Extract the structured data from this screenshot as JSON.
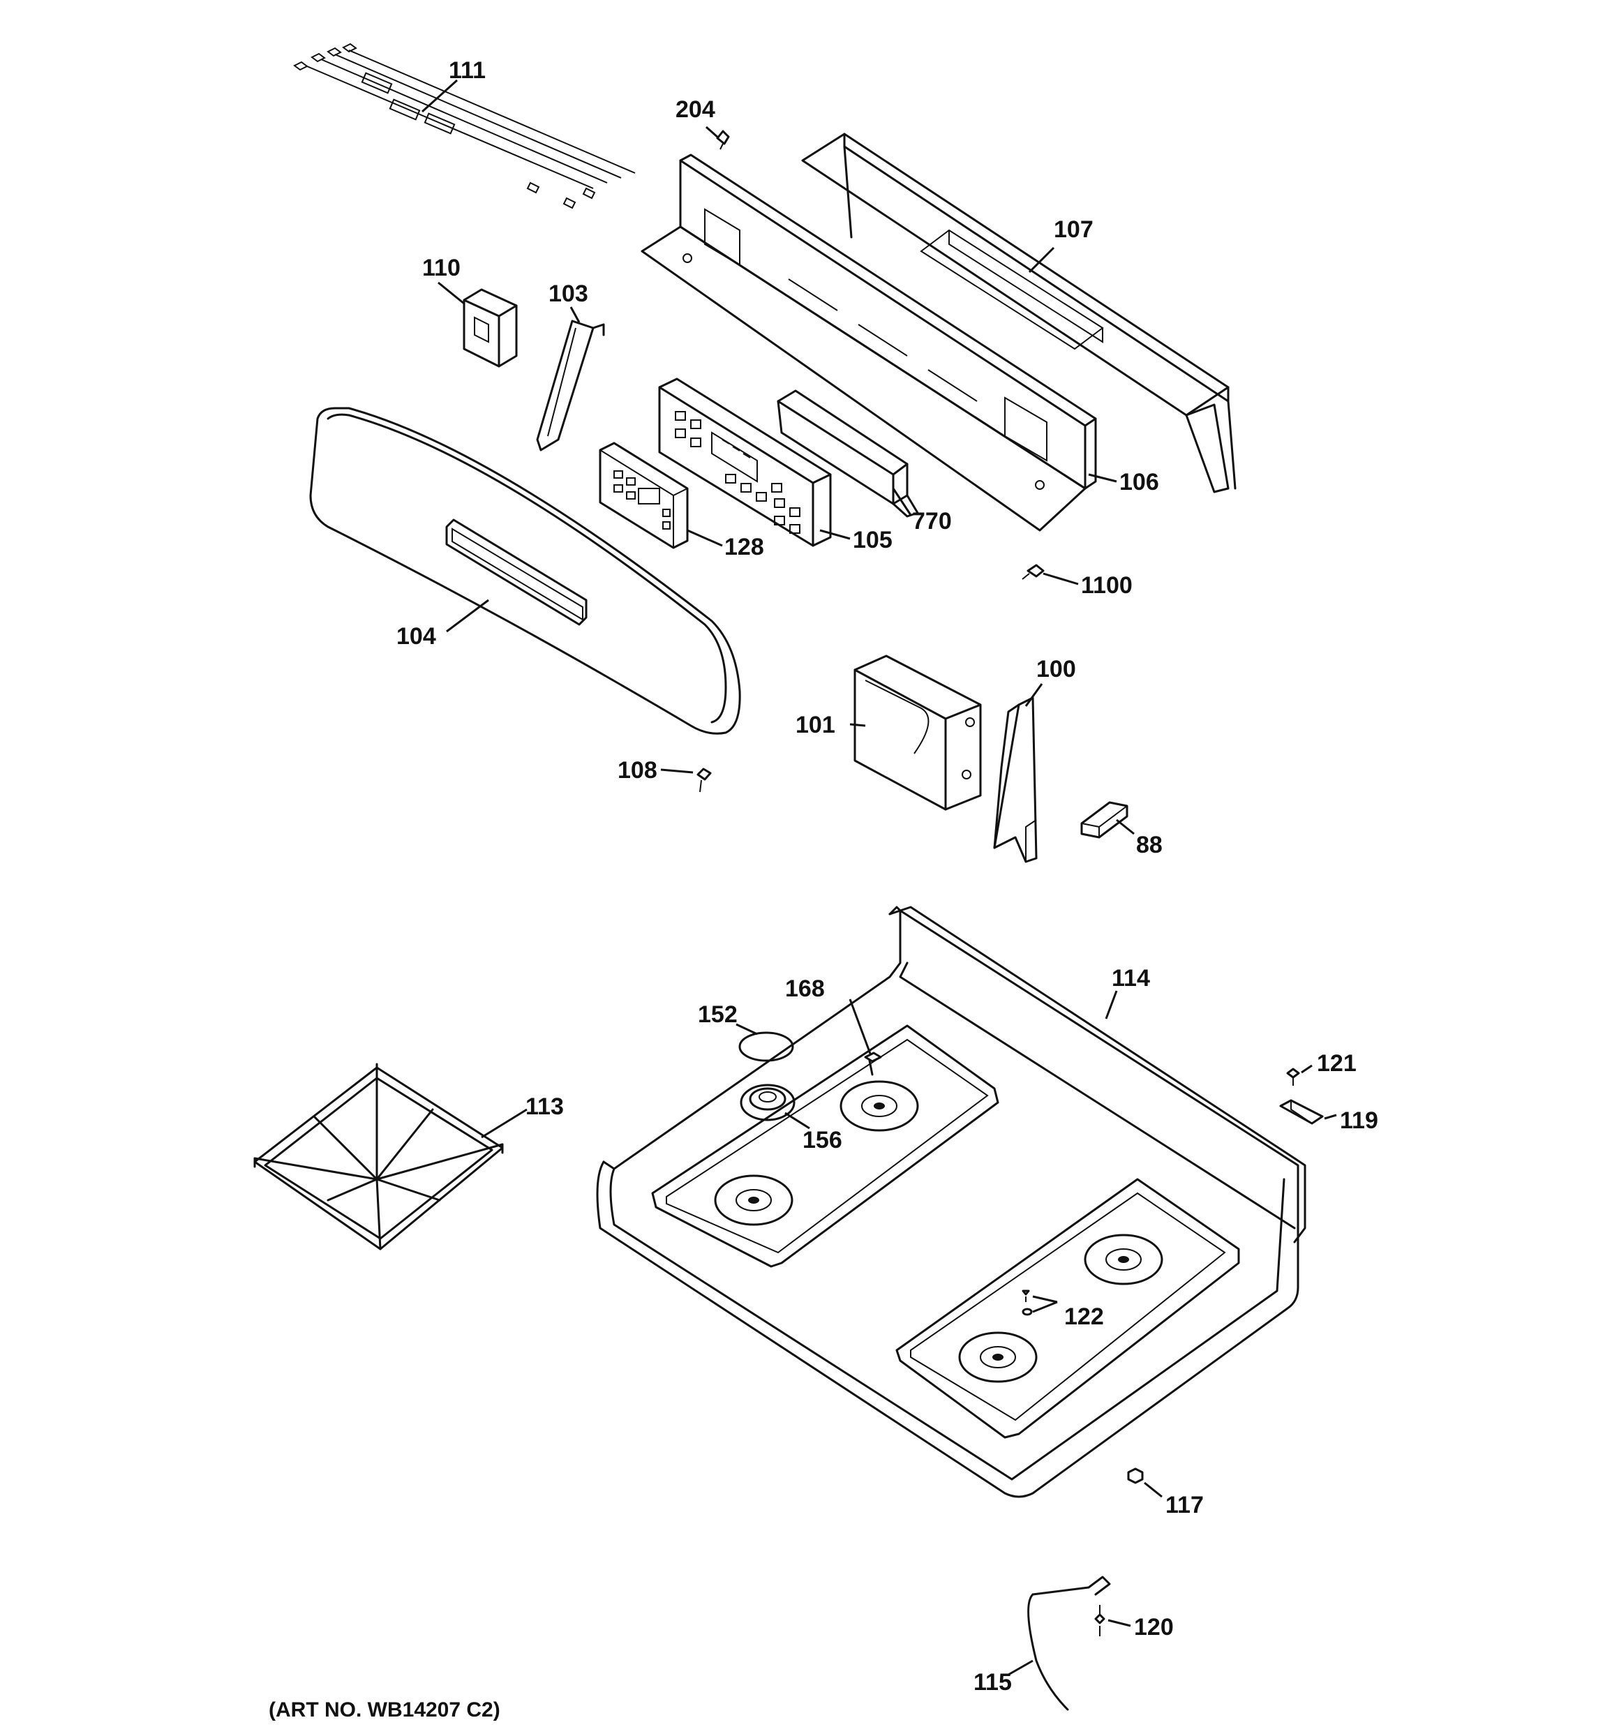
{
  "labels": {
    "l111": "111",
    "l204": "204",
    "l107": "107",
    "l110": "110",
    "l103": "103",
    "l106": "106",
    "l770": "770",
    "l105": "105",
    "l128": "128",
    "l1100": "1100",
    "l104": "104",
    "l100": "100",
    "l101": "101",
    "l108": "108",
    "l88": "88",
    "l114": "114",
    "l168": "168",
    "l152": "152",
    "l121": "121",
    "l113": "113",
    "l119": "119",
    "l156": "156",
    "l122": "122",
    "l117": "117",
    "l120": "120",
    "l115": "115"
  },
  "art_number": "(ART NO. WB14207 C2)"
}
